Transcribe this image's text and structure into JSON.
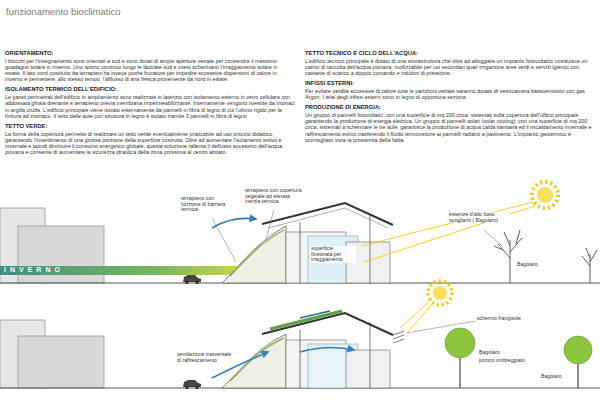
{
  "diagram": {
    "title": "funzionamento bioclimatico",
    "labels": [
      "ORIENTAMENTO:",
      "I blocchi per l'insegnamento sono orientati a sud e sono dotati di ampie aperture vetrate per consentire il massimo guadagno solare in inverno. Uno sporto continuo lungo le facciate sud e ovest schermano l'irraggiamento solare in estate. Il lato nord costituito da terrapieni ha invece poche bucature per impedire eccessive dispersioni di calore in inverno e permettere, allo stesso tempo, l'afflusso di aria fresca proveniente da nord in estate.",
      "ISOLAMENTO TERMICO DELL'EDIFICIO:",
      "Le pareti perimetrali dell'edificio in ampliamento sono realizzate in laterizio con isolamento esterno in vetro cellulare con addossata ghiaia drenante e terrapieno previa membrana impermeabilizzante. Internamente vengono rivestite da intonaci in argilla cruda. L'edificio principale viene isolato esternamente da pannelli in fibra di legno di cui l'ultimo rigido per la finitura ad intonaco. Il tetto delle aule con struttura in legno è isolato tramite 3 pannelli in fibra di legno",
      "TETTO VERDE:",
      "La forma della copertura permette di realizzare un tetto verde eventualmente praticabile ad uso orticolo didattico, garantendo l'inverdimento di una grossa porzione della superficie costruita. Oltre ad aumentare l'isolamento estivo e invernale e quindi diminuire il consumo energetico globale, questa soluzione rallenta il deflusso eccessivo dell'acqua piovana e consente di aumentare la sicurezza idraulica della zona prossima al centro abitato.",
      "TETTO TECNICO E CICLO DELL'ACQUA:",
      "L'edificio tecnico principale è dotato di una sovrastruttura che oltre ad alloggiare un impianto fotovoltaico costituisce un catino di raccolta dell'acqua piovana, riutilizzabile per usi secondari quali irrigazione aree verdi e servizi igienici con cassette di scarico a doppio comando e riduttori di pressione.",
      "INFISSI ESTERNI:",
      "Per evitare perdite eccessive di calore tutte le partizioni vetrate saranno dotate di vetrocamera bassoemissivi con gas Argon. I telai degli infissi esterni sono in legno di opportuna sezione.",
      "PRODUZIONE DI ENERGIA:",
      "Un gruppo di pannelli fotovoltaici, con una superficie di mq 200 circa, sistemati sulla copertura dell'ufficio principale, garantendo la produzione di energia elettrica. Un gruppo di pannelli solari (solar cooling), con una superficie di mq 200 circa, sistemati a schermare le tre aule, garantisce la produzione di acqua calda sanitaria ed il riscaldamento invernale e raffrescamento estivo trasferendo il fluido termovettore ai pannelli radianti a pavimento. L'impianto geotermico è sconsigliato vista la prossimità della falda.",
      "INVERNO",
      "terrapieno con funzione di barriera termica",
      "terrapieno con copertura vegetale ad elevata inerzia termica",
      "superficie finestrata per irraggiamento",
      "essenze d'alto fusto spoglianti ( Bagolaro)",
      "Bagolaro",
      "schermo frangisole",
      "ventilazione trasversale di raffrescamento",
      "Bagolaro",
      "portico ombreggiato",
      "Bagolaro"
    ]
  }
}
